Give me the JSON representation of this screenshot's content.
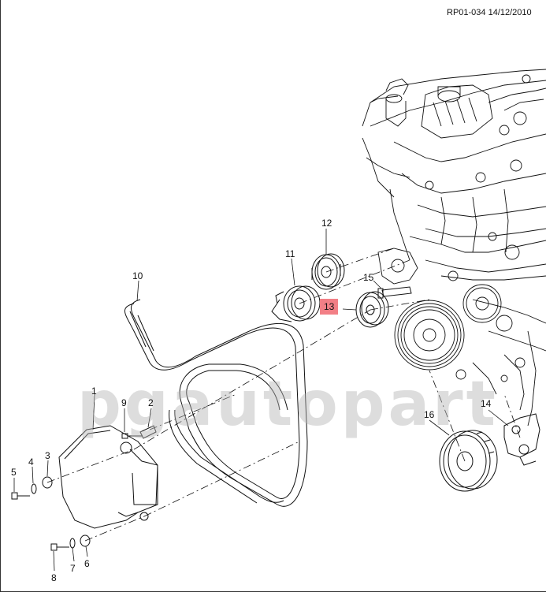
{
  "header": {
    "reference": "RP01-034 14/12/2010"
  },
  "watermark": "pgautopart",
  "highlight_color": "#f27f86",
  "callouts": {
    "c1": "1",
    "c2": "2",
    "c3": "3",
    "c4": "4",
    "c5": "5",
    "c6": "6",
    "c7": "7",
    "c8": "8",
    "c9": "9",
    "c10": "10",
    "c11": "11",
    "c12": "12",
    "c13": "13",
    "c14": "14",
    "c15": "15",
    "c16": "16"
  },
  "highlighted_callout": "13"
}
